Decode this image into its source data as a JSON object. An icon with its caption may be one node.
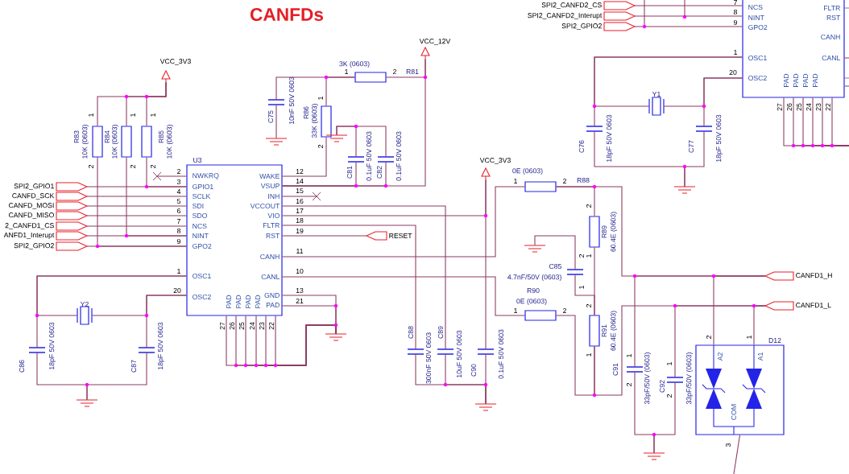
{
  "diagram": {
    "title": "CANFDs",
    "nodes": [
      {
        "text": [
          "U3",
          "NWKRQ",
          "GPIO1",
          "SCLK",
          "SDI",
          "SDO",
          "NCS",
          "NINT",
          "GPO2",
          "OSC1",
          "OSC2",
          "WAKE",
          "VSUP",
          "INH",
          "VCCOUT",
          "VIO",
          "FLTR",
          "RST",
          "CANH",
          "CANL",
          "PAD",
          "PAD",
          "PAD",
          "PAD",
          "GND",
          "PAD"
        ],
        "beside": [
          "2",
          "3",
          "4",
          "5",
          "6",
          "7",
          "8",
          "9",
          "1",
          "20",
          "12",
          "14",
          "15",
          "16",
          "17",
          "18",
          "19",
          "11",
          "10",
          "13",
          "21",
          "27",
          "26",
          "25",
          "24",
          "23",
          "22"
        ]
      },
      {
        "text": [
          "NCS",
          "NINT",
          "GPO2",
          "OSC1",
          "OSC2",
          "PAD",
          "PAD",
          "PAD",
          "PAD",
          "FLTR",
          "RST",
          "CANH",
          "CANL"
        ],
        "beside": [
          "7",
          "8",
          "9",
          "1",
          "20",
          "27",
          "26",
          "25",
          "24",
          "23",
          "22"
        ]
      },
      {
        "text": [
          "D12",
          "A2",
          "A1",
          "COM"
        ],
        "beside": [
          "2",
          "1",
          "3"
        ]
      },
      {
        "text": [
          "SPI2_GPIO1"
        ]
      },
      {
        "text": [
          "CANFD_SCK"
        ]
      },
      {
        "text": [
          "CANFD_MOSI"
        ]
      },
      {
        "text": [
          "CANFD_MISO"
        ]
      },
      {
        "text": [
          "2_CANFD1_CS"
        ]
      },
      {
        "text": [
          "ANFD1_Interupt"
        ]
      },
      {
        "text": [
          "SPI2_GPIO2"
        ]
      },
      {
        "text": [
          "RESET"
        ]
      },
      {
        "text": [
          "CANFD1_H"
        ]
      },
      {
        "text": [
          "CANFD1_L"
        ]
      },
      {
        "text": [
          "SPI2_CANFD2_CS"
        ]
      },
      {
        "text": [
          "SPI2_CANFD2_Interupt"
        ]
      },
      {
        "text": [
          "SPI2_GPIO2"
        ]
      },
      {
        "text": [],
        "shape": "resistor",
        "beside": [
          "R83",
          "10K (0603)",
          "1",
          "2"
        ]
      },
      {
        "text": [],
        "shape": "resistor",
        "beside": [
          "R84",
          "10K (0603)",
          "1",
          "2"
        ]
      },
      {
        "text": [],
        "shape": "resistor",
        "beside": [
          "R85",
          "10K (0603)",
          "1",
          "2"
        ]
      },
      {
        "text": [],
        "shape": "resistor",
        "beside": [
          "R86",
          "33K (0603)",
          "1",
          "2"
        ]
      },
      {
        "text": [],
        "shape": "resistor",
        "beside": [
          "3K (0603)",
          "1",
          "2",
          "R81"
        ]
      },
      {
        "text": [],
        "shape": "resistor",
        "beside": [
          "0E (0603)",
          "1",
          "2",
          "R88"
        ]
      },
      {
        "text": [],
        "shape": "resistor",
        "beside": [
          "R90",
          "0E (0603)",
          "1",
          "2"
        ]
      },
      {
        "text": [],
        "shape": "resistor",
        "beside": [
          "2",
          "R89",
          "60.4E (0603)",
          "1"
        ]
      },
      {
        "text": [],
        "shape": "resistor",
        "beside": [
          "2",
          "R91",
          "60.4E (0603)",
          "1"
        ]
      },
      {
        "text": [],
        "shape": "capacitor",
        "beside": [
          "C86",
          "18pF 50V 0603"
        ]
      },
      {
        "text": [],
        "shape": "capacitor",
        "beside": [
          "C87",
          "18pF 50V 0603"
        ]
      },
      {
        "text": [],
        "shape": "capacitor",
        "beside": [
          "C75",
          "10nF 50V 0603"
        ]
      },
      {
        "text": [],
        "shape": "capacitor",
        "beside": [
          "C81",
          "0.1uF 50V 0603"
        ]
      },
      {
        "text": [],
        "shape": "capacitor",
        "beside": [
          "C82",
          "0.1uF 50V 0603"
        ]
      },
      {
        "text": [],
        "shape": "capacitor",
        "beside": [
          "C88",
          "300nF 50V 0603"
        ]
      },
      {
        "text": [],
        "shape": "capacitor",
        "beside": [
          "C89",
          "10uF 50V 0603"
        ]
      },
      {
        "text": [],
        "shape": "capacitor",
        "beside": [
          "C90",
          "0.1uF 50V 0603"
        ]
      },
      {
        "text": [],
        "shape": "capacitor",
        "beside": [
          "2",
          "C85",
          "4.7nF/50V (0603)",
          "1"
        ]
      },
      {
        "text": [],
        "shape": "capacitor",
        "beside": [
          "C76",
          "18pF 50V 0603"
        ]
      },
      {
        "text": [],
        "shape": "capacitor",
        "beside": [
          "C91",
          "1",
          "2",
          "33pF/50V (0603)"
        ]
      },
      {
        "text": [],
        "shape": "capacitor",
        "beside": [
          "C92",
          "1",
          "2",
          "33pF/50V (0603)"
        ]
      },
      {
        "text": [],
        "shape": "capacitor",
        "beside": [
          "C77",
          "18pF 50V 0603"
        ]
      },
      {
        "text": [],
        "shape": "crystal",
        "beside": [
          "Y2"
        ]
      },
      {
        "text": [],
        "shape": "crystal",
        "beside": [
          "Y1"
        ]
      },
      {
        "text": [],
        "shape": "ground"
      },
      {
        "text": [],
        "shape": "ground"
      },
      {
        "text": [],
        "shape": "ground"
      },
      {
        "text": [],
        "shape": "ground"
      },
      {
        "text": [],
        "shape": "ground"
      },
      {
        "text": [],
        "shape": "ground"
      },
      {
        "text": [],
        "shape": "ground"
      },
      {
        "text": [],
        "shape": "ground"
      },
      {
        "text": [],
        "shape": "triangle",
        "beside": [
          "VCC_3V3"
        ]
      },
      {
        "text": [],
        "shape": "triangle",
        "beside": [
          "VCC_12V"
        ]
      },
      {
        "text": [],
        "shape": "triangle",
        "beside": [
          "VCC_3V3"
        ]
      },
      {
        "text": [],
        "shape": "cross"
      },
      {
        "text": [],
        "shape": "cross"
      }
    ],
    "edges": [
      {
        "from": 3,
        "to": 0,
        "arrow": "none"
      },
      {
        "from": 4,
        "to": 0,
        "arrow": "none"
      },
      {
        "from": 5,
        "to": 0,
        "arrow": "none"
      },
      {
        "from": 6,
        "to": 0,
        "arrow": "none"
      },
      {
        "from": 7,
        "to": 0,
        "arrow": "none"
      },
      {
        "from": 8,
        "to": 0,
        "arrow": "none"
      },
      {
        "from": 9,
        "to": 0,
        "arrow": "none"
      },
      {
        "from": 10,
        "to": 0,
        "arrow": "none"
      },
      {
        "from": 11,
        "to": 2,
        "arrow": "none"
      },
      {
        "from": 12,
        "to": 2,
        "arrow": "none"
      },
      {
        "from": 13,
        "to": 1,
        "arrow": "none"
      },
      {
        "from": 14,
        "to": 1,
        "arrow": "none"
      },
      {
        "from": 15,
        "to": 1,
        "arrow": "none"
      },
      {
        "from": 48,
        "to": 16,
        "arrow": "none"
      },
      {
        "from": 48,
        "to": 17,
        "arrow": "none"
      },
      {
        "from": 48,
        "to": 18,
        "arrow": "none"
      },
      {
        "from": 18,
        "to": 0,
        "arrow": "none"
      },
      {
        "from": 17,
        "to": 0,
        "arrow": "none"
      },
      {
        "from": 16,
        "to": 0,
        "arrow": "none"
      },
      {
        "from": 0,
        "to": 38,
        "arrow": "none"
      },
      {
        "from": 0,
        "to": 25,
        "arrow": "none"
      },
      {
        "from": 0,
        "to": 38,
        "arrow": "none"
      },
      {
        "from": 0,
        "to": 26,
        "arrow": "none"
      },
      {
        "from": 25,
        "to": 40,
        "arrow": "none"
      },
      {
        "from": 26,
        "to": 40,
        "arrow": "none"
      },
      {
        "from": 0,
        "to": 19,
        "arrow": "none"
      },
      {
        "from": 20,
        "to": 19,
        "arrow": "none"
      },
      {
        "from": 27,
        "to": 20,
        "arrow": "none"
      },
      {
        "from": 27,
        "to": 41,
        "arrow": "none"
      },
      {
        "from": 20,
        "to": 49,
        "arrow": "none"
      },
      {
        "from": 0,
        "to": 49,
        "arrow": "none"
      },
      {
        "from": 28,
        "to": 0,
        "arrow": "none"
      },
      {
        "from": 29,
        "to": 0,
        "arrow": "none"
      },
      {
        "from": 28,
        "to": 43,
        "arrow": "none"
      },
      {
        "from": 29,
        "to": 43,
        "arrow": "none"
      },
      {
        "from": 0,
        "to": 31,
        "arrow": "none"
      },
      {
        "from": 0,
        "to": 50,
        "arrow": "none"
      },
      {
        "from": 50,
        "to": 32,
        "arrow": "none"
      },
      {
        "from": 0,
        "to": 30,
        "arrow": "none"
      },
      {
        "from": 30,
        "to": 44,
        "arrow": "none"
      },
      {
        "from": 31,
        "to": 44,
        "arrow": "none"
      },
      {
        "from": 32,
        "to": 44,
        "arrow": "none"
      },
      {
        "from": 0,
        "to": 21,
        "arrow": "none"
      },
      {
        "from": 21,
        "to": 23,
        "arrow": "none"
      },
      {
        "from": 21,
        "to": 11,
        "arrow": "none"
      },
      {
        "from": 35,
        "to": 11,
        "arrow": "none"
      },
      {
        "from": 23,
        "to": 24,
        "arrow": "none"
      },
      {
        "from": 33,
        "to": 24,
        "arrow": "none"
      },
      {
        "from": 33,
        "to": 45,
        "arrow": "none"
      },
      {
        "from": 0,
        "to": 22,
        "arrow": "none"
      },
      {
        "from": 22,
        "to": 24,
        "arrow": "none"
      },
      {
        "from": 24,
        "to": 12,
        "arrow": "none"
      },
      {
        "from": 36,
        "to": 12,
        "arrow": "none"
      },
      {
        "from": 35,
        "to": 46,
        "arrow": "none"
      },
      {
        "from": 36,
        "to": 46,
        "arrow": "none"
      },
      {
        "from": 2,
        "to": null,
        "arrow": "none"
      },
      {
        "from": 0,
        "to": 42,
        "arrow": "none"
      },
      {
        "from": 0,
        "to": 42,
        "arrow": "none"
      },
      {
        "from": 0,
        "to": 42,
        "arrow": "none"
      },
      {
        "from": 0,
        "to": 42,
        "arrow": "none"
      },
      {
        "from": 0,
        "to": 42,
        "arrow": "none"
      },
      {
        "from": 0,
        "to": 42,
        "arrow": "none"
      },
      {
        "from": 0,
        "to": 42,
        "arrow": "none"
      },
      {
        "from": 0,
        "to": 42,
        "arrow": "none"
      },
      {
        "from": 0,
        "to": 51,
        "arrow": "none"
      },
      {
        "from": 0,
        "to": 52,
        "arrow": "none"
      },
      {
        "from": 1,
        "to": 39,
        "arrow": "none"
      },
      {
        "from": 1,
        "to": 34,
        "arrow": "none"
      },
      {
        "from": 1,
        "to": 39,
        "arrow": "none"
      },
      {
        "from": 1,
        "to": 37,
        "arrow": "none"
      },
      {
        "from": 34,
        "to": 47,
        "arrow": "none"
      },
      {
        "from": 37,
        "to": 47,
        "arrow": "none"
      },
      {
        "from": 1,
        "to": null,
        "arrow": "none"
      },
      {
        "from": 1,
        "to": null,
        "arrow": "none"
      },
      {
        "from": 1,
        "to": null,
        "arrow": "none"
      },
      {
        "from": 1,
        "to": null,
        "arrow": "none"
      },
      {
        "from": 1,
        "to": null,
        "arrow": "none"
      },
      {
        "from": 1,
        "to": null,
        "arrow": "none"
      },
      {
        "from": 1,
        "to": null,
        "arrow": "none"
      },
      {
        "from": 1,
        "to": null,
        "arrow": "none"
      },
      {
        "from": 1,
        "to": null,
        "arrow": "none"
      },
      {
        "from": 1,
        "to": null,
        "arrow": "none"
      }
    ]
  }
}
